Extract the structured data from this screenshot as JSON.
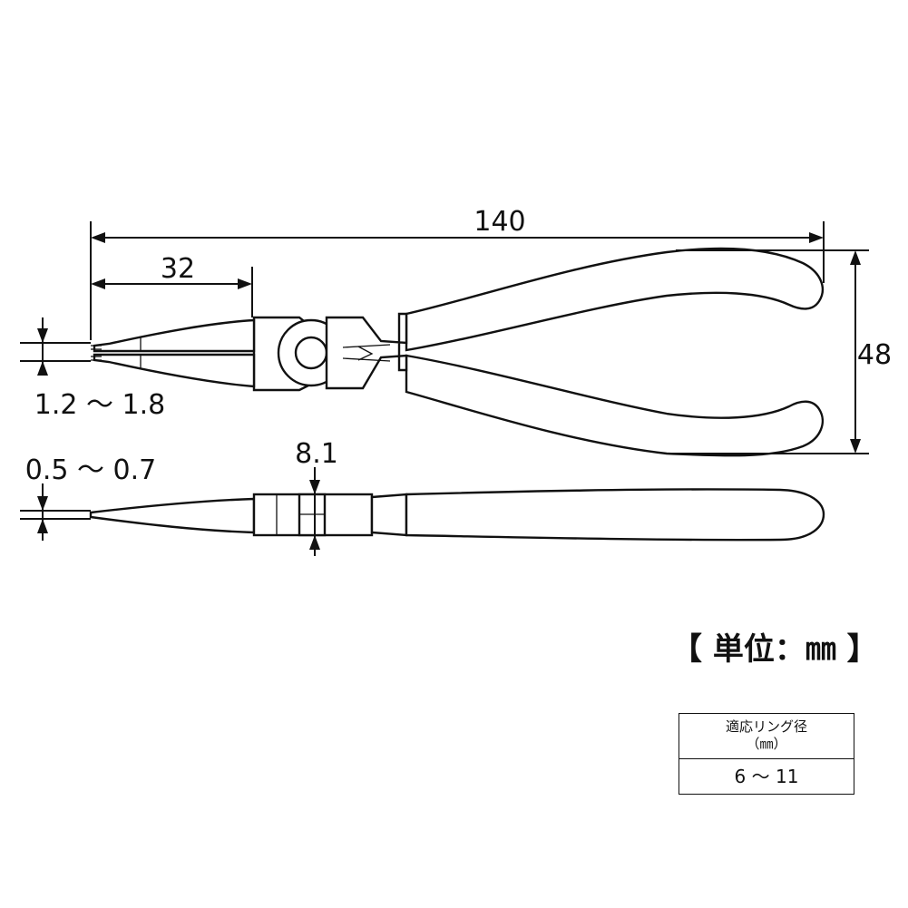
{
  "dimensions": {
    "overall_length": "140",
    "jaw_length": "32",
    "width": "48",
    "tip_diameter": "1.2 ～ 1.8",
    "tip_thickness": "0.5 ～ 0.7",
    "body_thickness": "8.1"
  },
  "unit_label": "【 単位：㎜ 】",
  "spec_table": {
    "header_line1": "適応リング径",
    "header_line2": "（㎜）",
    "value": "6 ～ 11"
  }
}
